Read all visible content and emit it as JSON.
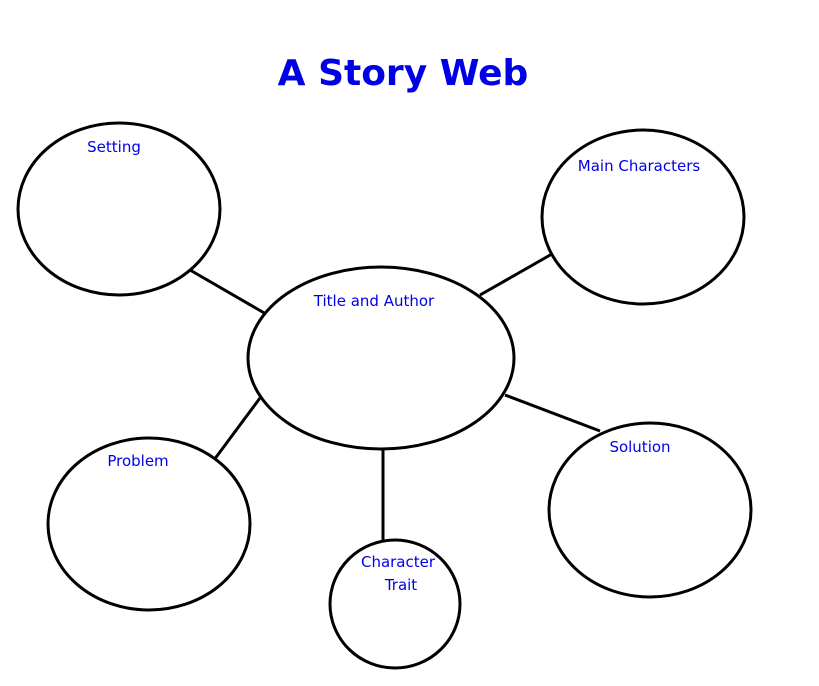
{
  "title": "A Story Web",
  "colors": {
    "text": "#0000e6",
    "outline": "#000000",
    "background": "#ffffff"
  },
  "center": {
    "label": "Title and Author"
  },
  "nodes": {
    "setting": {
      "label": "Setting"
    },
    "main_characters": {
      "label": "Main Characters"
    },
    "problem": {
      "label": "Problem"
    },
    "solution": {
      "label": "Solution"
    },
    "character_trait": {
      "label_line1": "Character",
      "label_line2": "Trait"
    }
  }
}
